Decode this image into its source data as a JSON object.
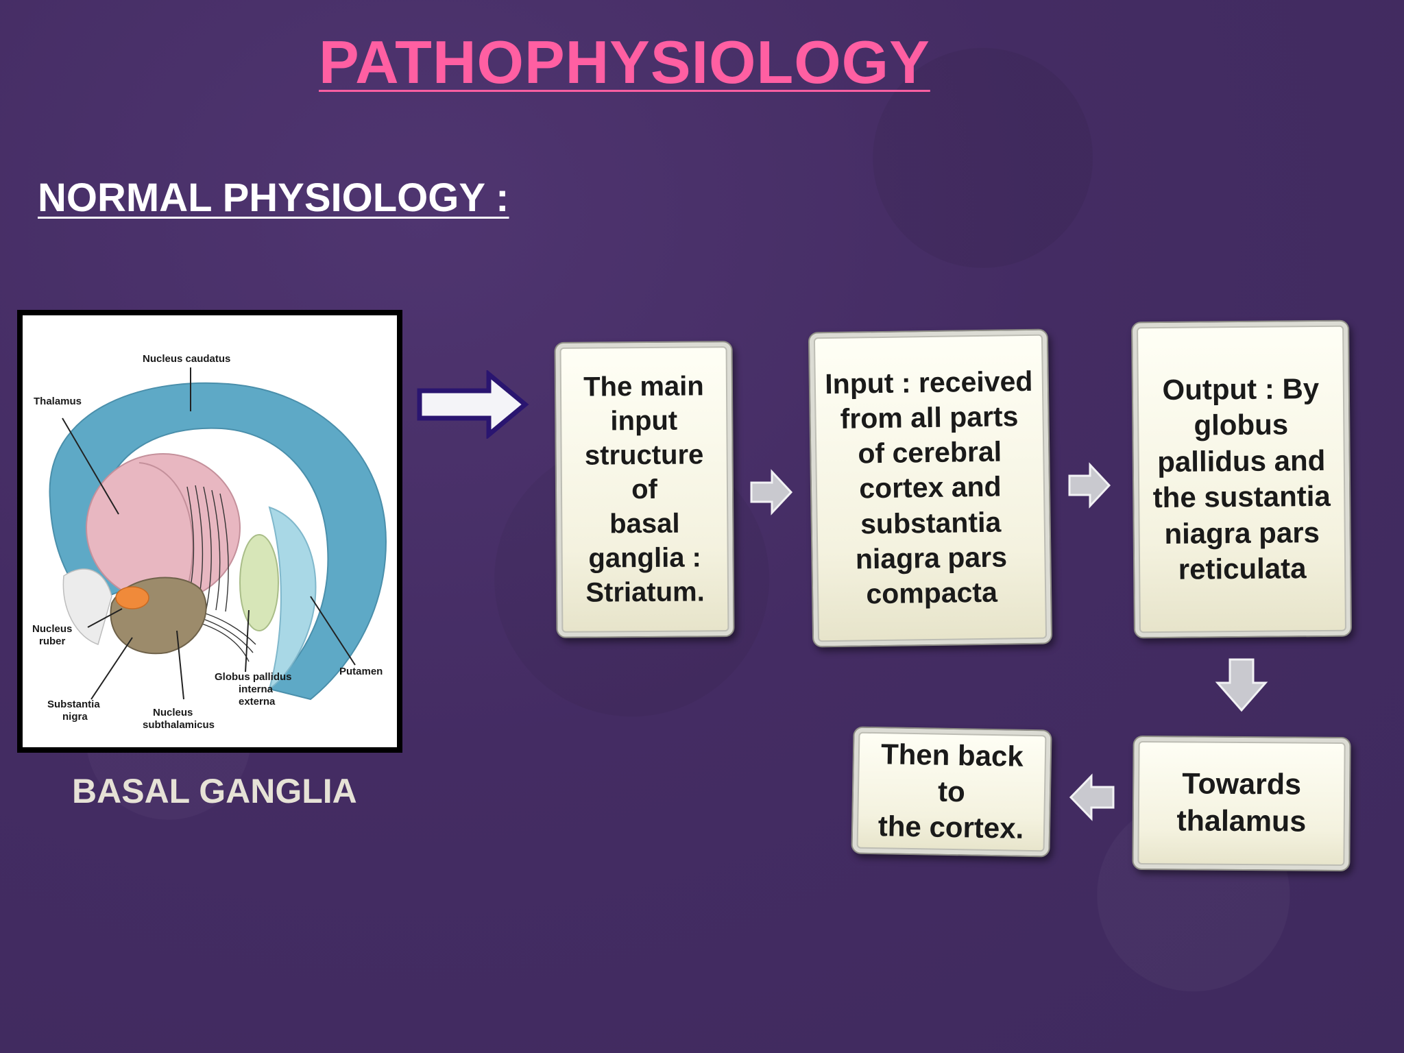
{
  "slide": {
    "title": "PATHOPHYSIOLOGY",
    "title_color": "#ff5fa2",
    "subtitle": "NORMAL PHYSIOLOGY :"
  },
  "figure": {
    "caption": "BASAL GANGLIA",
    "caption_color": "#e6e2d6",
    "labels": {
      "nucleus_caudatus": "Nucleus caudatus",
      "thalamus": "Thalamus",
      "nucleus_ruber_1": "Nucleus",
      "nucleus_ruber_2": "ruber",
      "substantia_nigra_1": "Substantia",
      "substantia_nigra_2": "nigra",
      "nucleus_subthalamicus_1": "Nucleus",
      "nucleus_subthalamicus_2": "subthalamicus",
      "globus_pallidus_1": "Globus pallidus",
      "globus_pallidus_2": "interna",
      "globus_pallidus_3": "externa",
      "putamen": "Putamen"
    }
  },
  "flow": {
    "box1": "The main\ninput\nstructure of\nbasal\nganglia :\nStriatum.",
    "box2": "Input : received\nfrom all parts\nof cerebral\ncortex and\nsubstantia\nniagra pars\ncompacta",
    "box3": "Output : By\nglobus\npallidus and\nthe sustantia\nniagra pars\nreticulata",
    "box4": "Towards\nthalamus",
    "box5": "Then back to\nthe cortex."
  }
}
